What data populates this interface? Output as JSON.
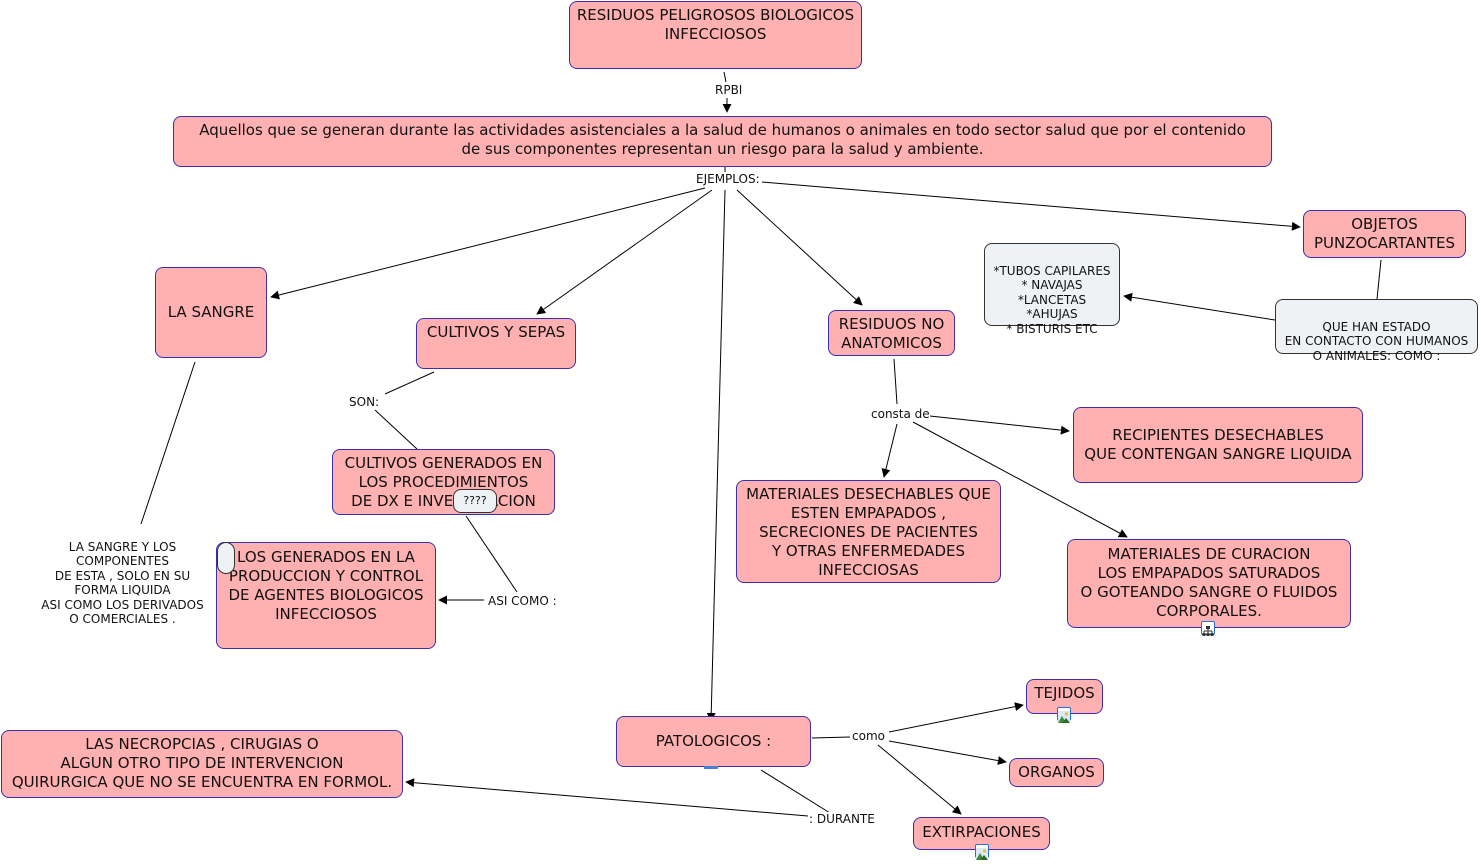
{
  "concepts": {
    "title": "RESIDUOS PELIGROSOS BIOLOGICOS\nINFECCIOSOS",
    "definition": "Aquellos que se generan durante las actividades asistenciales a la salud de humanos o animales en todo sector salud que por el contenido\nde sus componentes representan un riesgo para la salud y ambiente.",
    "sangre": "LA SANGRE",
    "cultivos": "CULTIVOS Y SEPAS",
    "cultivos_generados": "CULTIVOS GENERADOS EN\nLOS PROCEDIMIENTOS\nDE DX E INVESTIGACION",
    "generados_produccion": "LOS GENERADOS EN LA\nPRODUCCION Y CONTROL\nDE AGENTES BIOLOGICOS\nINFECCIOSOS",
    "no_anatomicos": "RESIDUOS NO\nANATOMICOS",
    "recipientes": "RECIPIENTES DESECHABLES\nQUE CONTENGAN SANGRE LIQUIDA",
    "materiales_desechables": "MATERIALES DESECHABLES QUE\nESTEN EMPAPADOS ,\nSECRECIONES DE PACIENTES\nY OTRAS ENFERMEDADES\nINFECCIOSAS",
    "materiales_curacion": "MATERIALES DE CURACION\nLOS EMPAPADOS SATURADOS\nO GOTEANDO SANGRE O FLUIDOS\nCORPORALES.",
    "objetos": "OBJETOS\nPUNZOCARTANTES",
    "patologicos": "PATOLOGICOS :",
    "necropcias": "LAS NECROPCIAS , CIRUGIAS O\nALGUN OTRO TIPO DE INTERVENCION\nQUIRURGICA QUE NO SE ENCUENTRA EN FORMOL.",
    "tejidos": "TEJIDOS",
    "organos": "ORGANOS",
    "extirpaciones": "EXTIRPACIONES"
  },
  "notes": {
    "tubos": "*TUBOS CAPILARES\n* NAVAJAS\n*LANCETAS\n*AHUJAS\n* BISTURIS ETC",
    "contacto": "QUE HAN ESTADO\nEN CONTACTO CON HUMANOS\nO ANIMALES: COMO :",
    "sangre_desc": "LA SANGRE Y LOS\nCOMPONENTES\nDE ESTA , SOLO EN SU\nFORMA LIQUIDA\nASI COMO LOS DERIVADOS\nO COMERCIALES .",
    "bubble_question": "????"
  },
  "link_labels": {
    "rpbi": "RPBI",
    "ejemplos": "EJEMPLOS:",
    "son": "SON:",
    "asi_como": "ASI COMO :",
    "consta_de": "consta de",
    "como": "como",
    "durante": ": DURANTE"
  },
  "icons": {
    "concept_map_resource": "concept-map-icon",
    "image_resource": "image-icon"
  },
  "colors": {
    "concept_fill": "#ffb0b0",
    "concept_border": "#3a2fb0",
    "note_fill": "#eef2f4"
  }
}
